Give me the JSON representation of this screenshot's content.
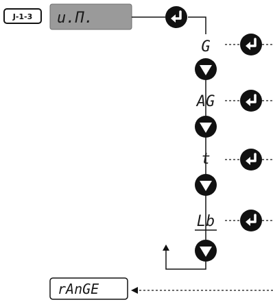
{
  "header": {
    "step_tag": "J-1-3",
    "display_code": "u.Π."
  },
  "menu": {
    "items": [
      {
        "code": "G",
        "enter_icon": "enter-arrow-icon",
        "next_icon": "down-arrow-icon"
      },
      {
        "code": "AG",
        "enter_icon": "enter-arrow-icon",
        "next_icon": "down-arrow-icon"
      },
      {
        "code": "t",
        "enter_icon": "enter-arrow-icon",
        "next_icon": "down-arrow-icon"
      },
      {
        "code": "Lb",
        "enter_icon": "enter-arrow-icon",
        "next_icon": "down-arrow-icon"
      }
    ]
  },
  "footer": {
    "range_label": "rAnGE"
  },
  "colors": {
    "display_fill": "#9a9a9a",
    "button_fill": "#111111",
    "stroke": "#111111"
  }
}
